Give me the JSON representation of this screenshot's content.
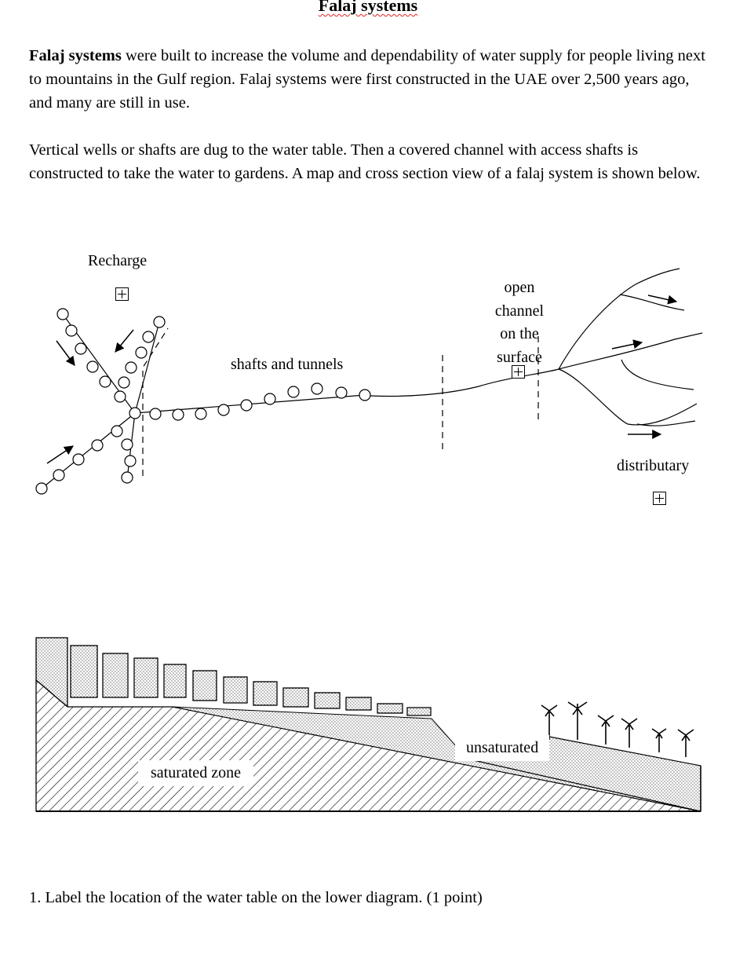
{
  "title": "Falaj systems",
  "intro": {
    "p1_bold": "Falaj systems",
    "p1_rest": " were built to increase the volume and dependability of water supply for people living next to mountains in the Gulf region. Falaj systems were first constructed in the UAE over 2,500 years ago, and many are still in use.",
    "p2": "Vertical wells or shafts are dug to the water table. Then a covered channel with access shafts is constructed to take the water to gardens. A map and cross section view of a falaj system is shown below."
  },
  "map_diagram": {
    "labels": {
      "recharge": "Recharge",
      "shafts": "shafts and tunnels",
      "open_channel": [
        "open",
        "channel",
        "on the",
        "surface"
      ],
      "distributary": "distributary"
    },
    "markers": [
      "recharge-marker",
      "open-channel-marker",
      "distributary-marker"
    ]
  },
  "cross_section": {
    "labels": {
      "saturated": "saturated zone",
      "unsaturated": "unsaturated"
    }
  },
  "question": "1. Label the location of the water table on the lower diagram. (1 point)"
}
